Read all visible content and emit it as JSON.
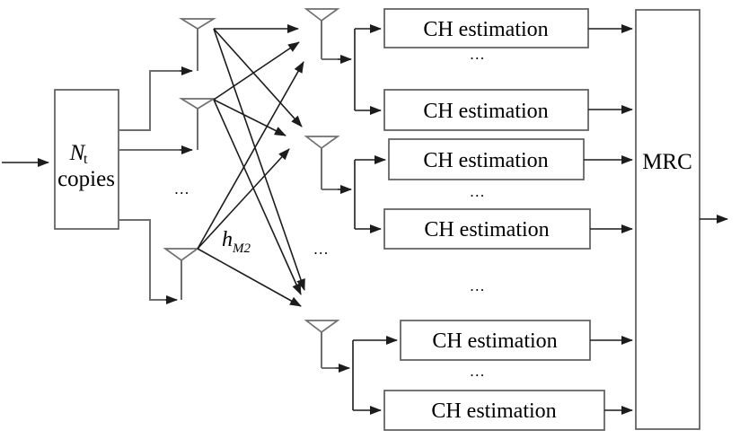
{
  "colors": {
    "bg": "#ffffff",
    "line": "#1c1c1c",
    "connector": "#6f6f6f",
    "box_border": "#5c5c5c",
    "text": "#000000"
  },
  "source_block": {
    "label_main": "N",
    "label_sub": "t",
    "label_line2": "copies"
  },
  "channel_label": {
    "base": "h",
    "subscript": "M2"
  },
  "ch_boxes": [
    {
      "label": "CH estimation"
    },
    {
      "label": "CH estimation"
    },
    {
      "label": "CH estimation"
    },
    {
      "label": "CH estimation"
    },
    {
      "label": "CH estimation"
    },
    {
      "label": "CH estimation"
    }
  ],
  "mrc_block": {
    "label": "MRC"
  },
  "ellipsis": {
    "tx_column": "...",
    "rx_column": "...",
    "boxes_1_2": "...",
    "boxes_3_4": "...",
    "box_groups": "...",
    "boxes_5_6": "..."
  }
}
